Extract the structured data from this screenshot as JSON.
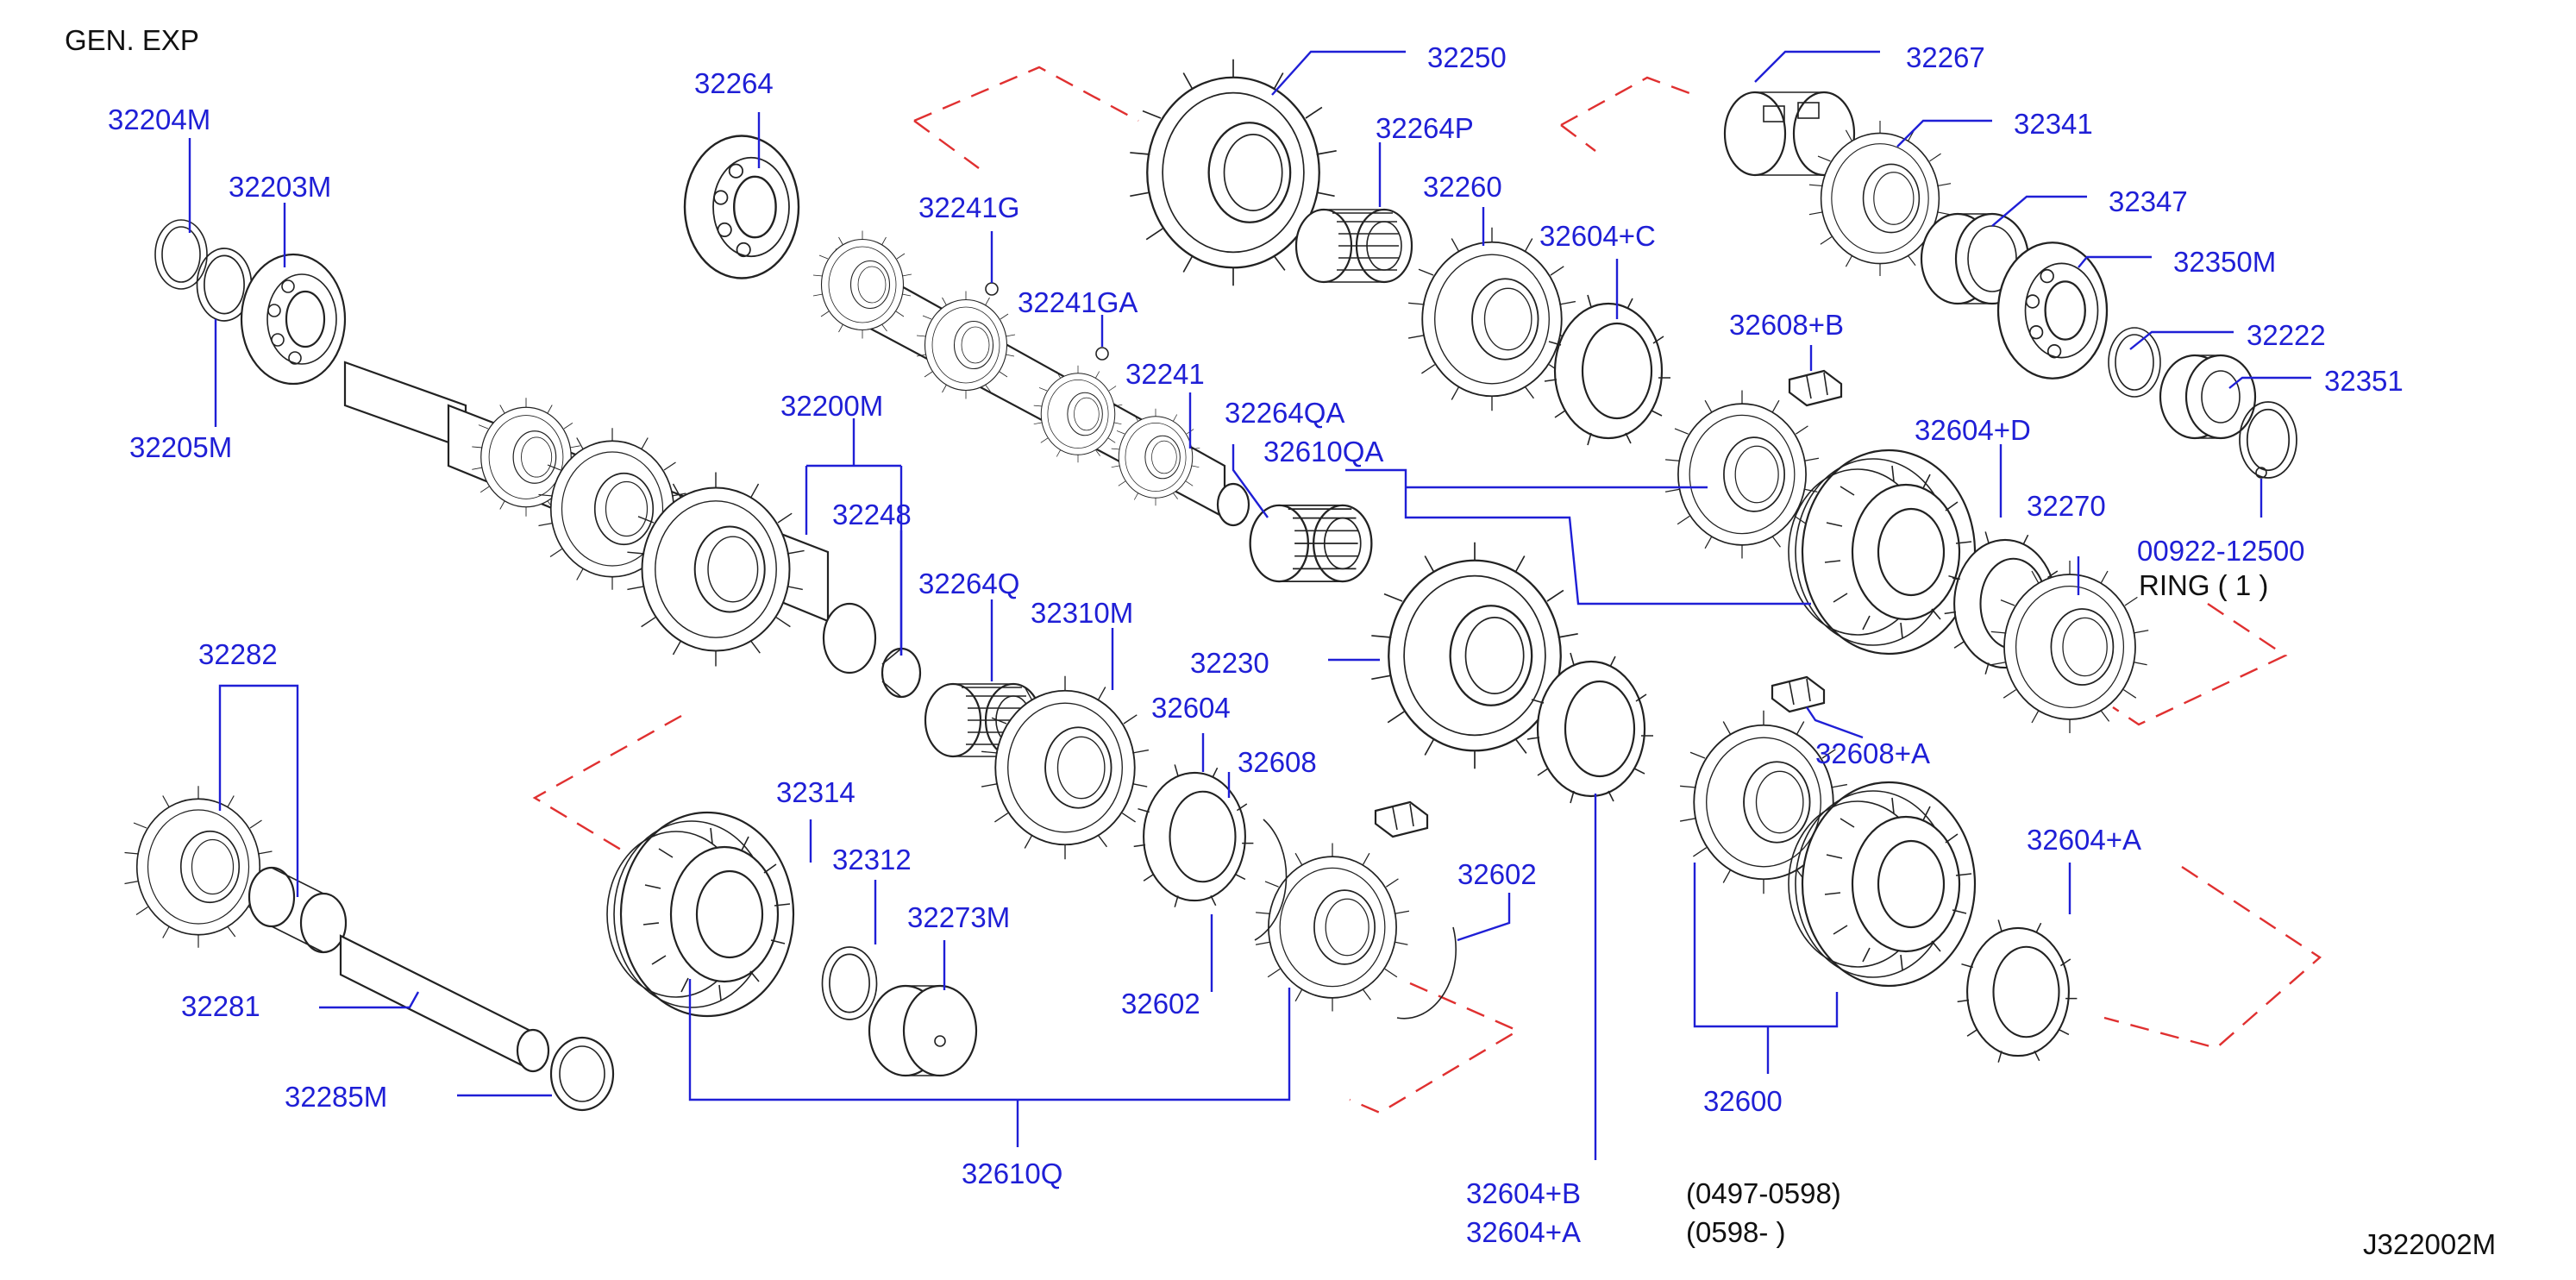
{
  "header": {
    "text": "GEN.   EXP"
  },
  "footer": {
    "code": "J322002M"
  },
  "notes": {
    "ring_qty": "RING  (   1   )",
    "date_a": "(0497-0598)",
    "date_b": "(0598-              )"
  },
  "callouts": [
    {
      "id": "c-32204M",
      "label": "32204M"
    },
    {
      "id": "c-32203M",
      "label": "32203M"
    },
    {
      "id": "c-32205M",
      "label": "32205M"
    },
    {
      "id": "c-32264",
      "label": "32264"
    },
    {
      "id": "c-32241G",
      "label": "32241G"
    },
    {
      "id": "c-32241GA",
      "label": "32241GA"
    },
    {
      "id": "c-32241",
      "label": "32241"
    },
    {
      "id": "c-32250",
      "label": "32250"
    },
    {
      "id": "c-32264P",
      "label": "32264P"
    },
    {
      "id": "c-32260",
      "label": "32260"
    },
    {
      "id": "c-32604C",
      "label": "32604+C"
    },
    {
      "id": "c-32267",
      "label": "32267"
    },
    {
      "id": "c-32341",
      "label": "32341"
    },
    {
      "id": "c-32347",
      "label": "32347"
    },
    {
      "id": "c-32350M",
      "label": "32350M"
    },
    {
      "id": "c-32222",
      "label": "32222"
    },
    {
      "id": "c-32351",
      "label": "32351"
    },
    {
      "id": "c-32608B",
      "label": "32608+B"
    },
    {
      "id": "c-32264QA",
      "label": "32264QA"
    },
    {
      "id": "c-32610QA",
      "label": "32610QA"
    },
    {
      "id": "c-32604D",
      "label": "32604+D"
    },
    {
      "id": "c-32270",
      "label": "32270"
    },
    {
      "id": "c-00922",
      "label": "00922-12500"
    },
    {
      "id": "c-32200M",
      "label": "32200M"
    },
    {
      "id": "c-32248",
      "label": "32248"
    },
    {
      "id": "c-32264Q",
      "label": "32264Q"
    },
    {
      "id": "c-32310M",
      "label": "32310M"
    },
    {
      "id": "c-32230",
      "label": "32230"
    },
    {
      "id": "c-32604",
      "label": "32604"
    },
    {
      "id": "c-32608",
      "label": "32608"
    },
    {
      "id": "c-32608A",
      "label": "32608+A"
    },
    {
      "id": "c-32282",
      "label": "32282"
    },
    {
      "id": "c-32314",
      "label": "32314"
    },
    {
      "id": "c-32312",
      "label": "32312"
    },
    {
      "id": "c-32273M",
      "label": "32273M"
    },
    {
      "id": "c-32602a",
      "label": "32602"
    },
    {
      "id": "c-32602b",
      "label": "32602"
    },
    {
      "id": "c-32604A",
      "label": "32604+A"
    },
    {
      "id": "c-32281",
      "label": "32281"
    },
    {
      "id": "c-32285M",
      "label": "32285M"
    },
    {
      "id": "c-32610Q",
      "label": "32610Q"
    },
    {
      "id": "c-32600",
      "label": "32600"
    },
    {
      "id": "c-32604B2",
      "label": "32604+B"
    },
    {
      "id": "c-32604A2",
      "label": "32604+A"
    }
  ]
}
